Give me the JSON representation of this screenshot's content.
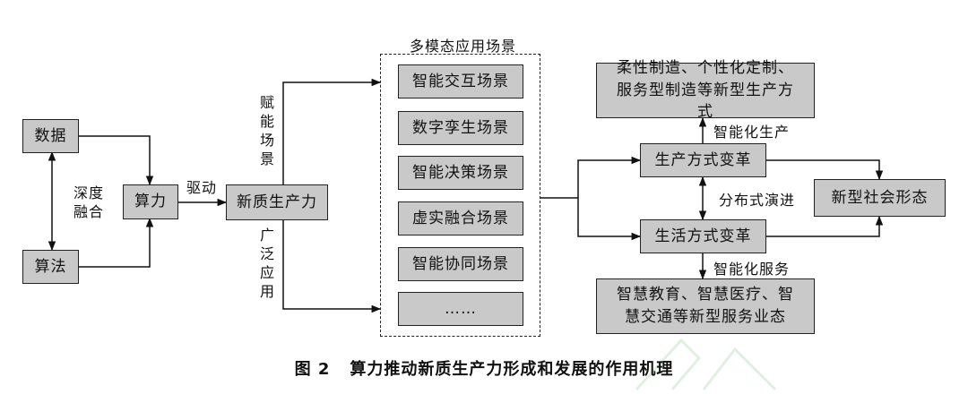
{
  "inputs": {
    "data": "数据",
    "algorithm": "算法",
    "deep_fusion": "深度融合"
  },
  "compute": "算力",
  "drive_label": "驱动",
  "new_productivity": "新质生产力",
  "empower_label": "赋能场景",
  "broad_label": "广泛应用",
  "scenarios": {
    "title": "多模态应用场景",
    "items": [
      "智能交互场景",
      "数字孪生场景",
      "智能决策场景",
      "虚实融合场景",
      "智能协同场景",
      "……"
    ]
  },
  "production_change": "生产方式变革",
  "life_change": "生活方式变革",
  "distributed_label": "分布式演进",
  "smart_production_label": "智能化生产",
  "smart_service_label": "智能化服务",
  "production_result": "柔性制造、个性化定制、服务型制造等新型生产方式",
  "service_result": "智慧教育、智慧医疗、智慧交通等新型服务业态",
  "new_society": "新型社会形态",
  "caption": {
    "number": "图 2",
    "text": "算力推动新质生产力形成和发展的作用机理"
  }
}
